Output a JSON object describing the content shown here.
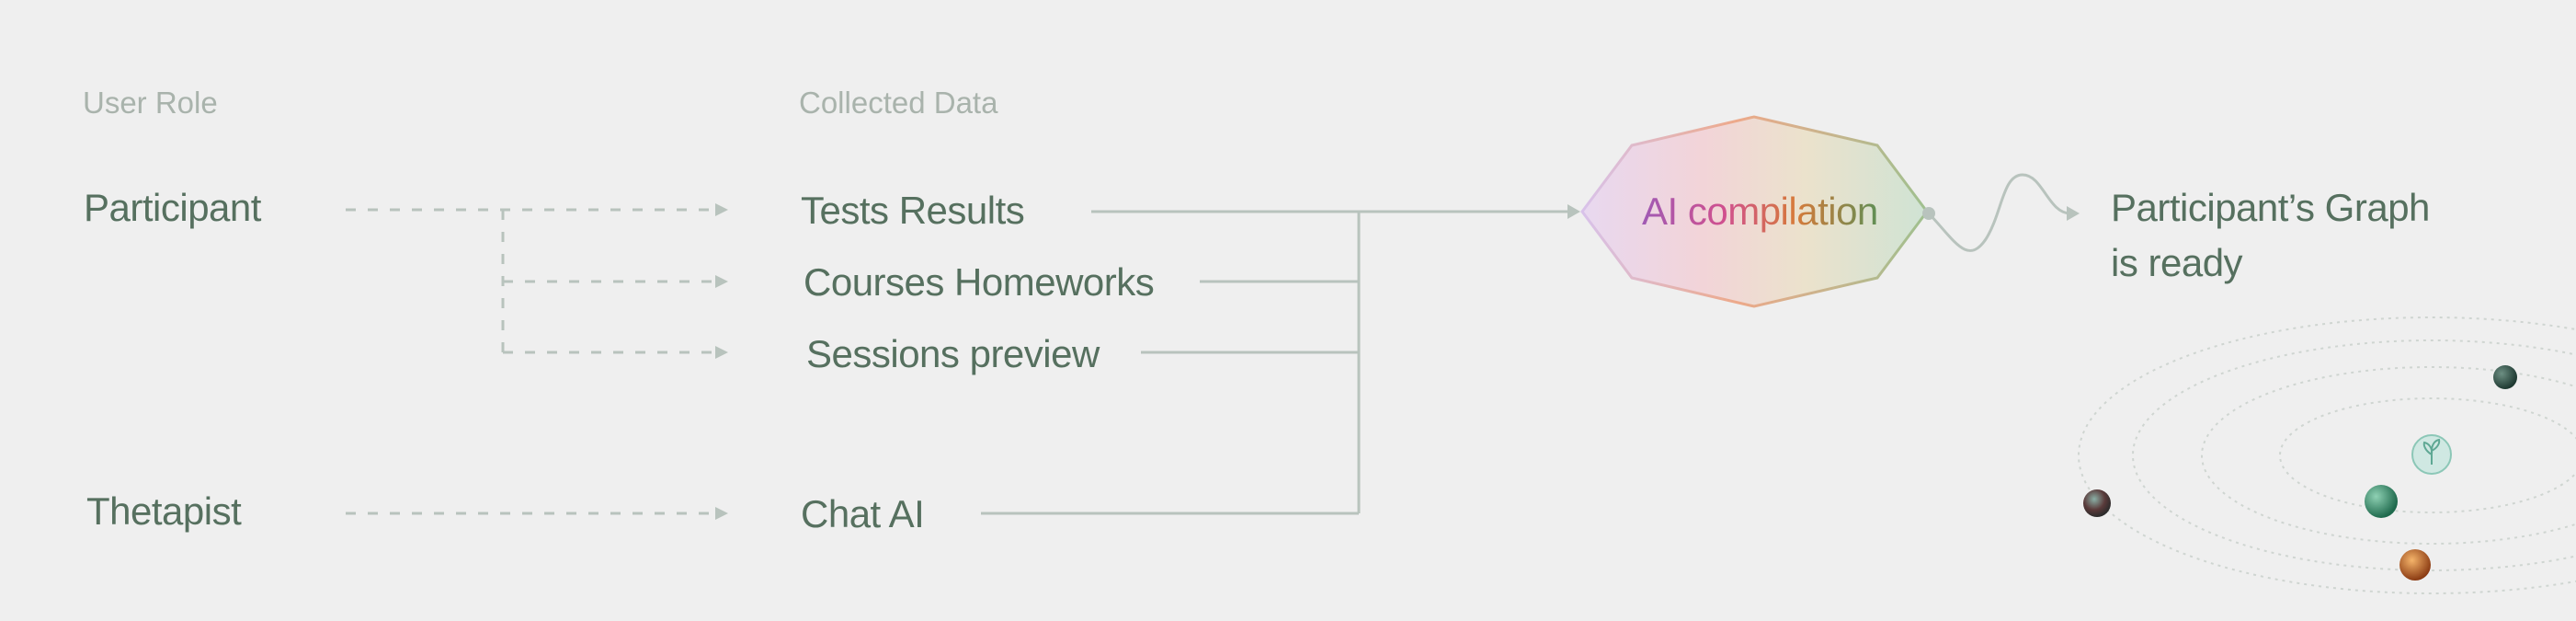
{
  "headers": {
    "user_role": "User Role",
    "collected_data": "Collected Data"
  },
  "roles": {
    "participant": "Participant",
    "therapist": "Thetapist"
  },
  "data_items": {
    "tests_results": "Tests Results",
    "courses_homeworks": "Courses Homeworks",
    "sessions_preview": "Sessions preview",
    "chat_ai": "Chat AI"
  },
  "compilation": {
    "label": "AI compilation"
  },
  "result": {
    "line1": "Participant’s Graph",
    "line2": "is ready"
  },
  "colors": {
    "background": "#efefef",
    "text": "#56705f",
    "header_text": "#a9b3ac",
    "connector": "#b8c3bd",
    "hexagon_gradient": [
      "#e6d6ee",
      "#f1d3d6",
      "#e8e2cc",
      "#d3e3d6"
    ],
    "orbit_dots": [
      "#2e4a40",
      "#3d8c6b",
      "#d06a2a",
      "#5a3a3a"
    ]
  }
}
